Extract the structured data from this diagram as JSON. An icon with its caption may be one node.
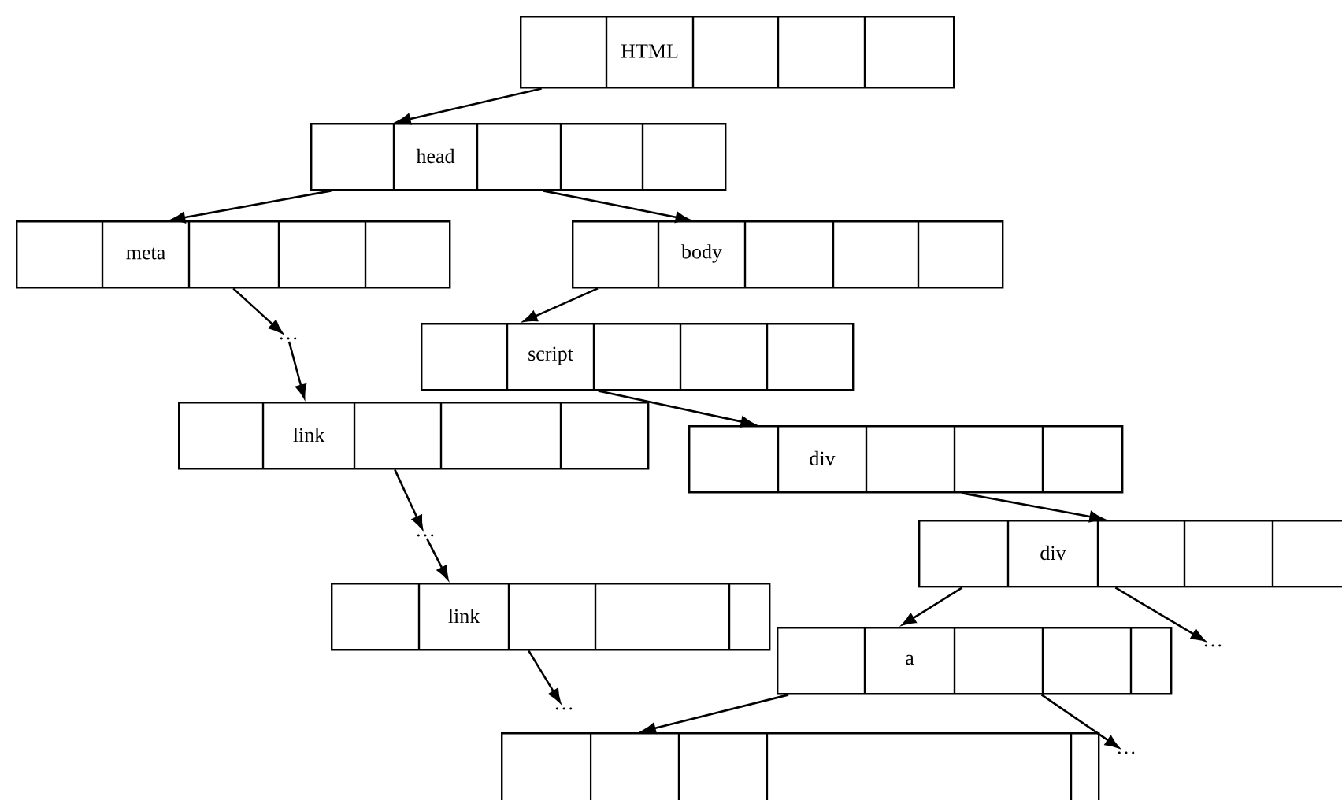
{
  "diagram": {
    "nodes": [
      {
        "text": [
          "HTML"
        ]
      },
      {
        "text": [
          "head"
        ]
      },
      {
        "text": [
          "meta"
        ]
      },
      {
        "text": [
          "body"
        ]
      },
      {
        "text": [
          "script"
        ]
      },
      {
        "text": [
          "…"
        ]
      },
      {
        "text": [
          "link"
        ]
      },
      {
        "text": [
          "div"
        ]
      },
      {
        "text": [
          "…"
        ]
      },
      {
        "text": [
          "link"
        ]
      },
      {
        "text": [
          "div"
        ]
      },
      {
        "text": [
          "a"
        ]
      },
      {
        "text": [
          "…"
        ]
      },
      {
        "text": [
          "…"
        ]
      },
      {
        "text": [],
        "shape": "box"
      },
      {
        "text": [
          "…"
        ]
      }
    ],
    "edges": [
      {
        "from": 0,
        "to": 1,
        "arrow": "to"
      },
      {
        "from": 1,
        "to": 2,
        "arrow": "to"
      },
      {
        "from": 1,
        "to": 3,
        "arrow": "to"
      },
      {
        "from": 2,
        "to": 5,
        "arrow": "to"
      },
      {
        "from": 5,
        "to": 6,
        "arrow": "to"
      },
      {
        "from": 3,
        "to": 4,
        "arrow": "to"
      },
      {
        "from": 4,
        "to": 7,
        "arrow": "to"
      },
      {
        "from": 6,
        "to": 8,
        "arrow": "to"
      },
      {
        "from": 8,
        "to": 9,
        "arrow": "to"
      },
      {
        "from": 7,
        "to": 10,
        "arrow": "to"
      },
      {
        "from": 9,
        "to": 13,
        "arrow": "to"
      },
      {
        "from": 10,
        "to": 11,
        "arrow": "to"
      },
      {
        "from": 10,
        "to": 12,
        "arrow": "to"
      },
      {
        "from": 11,
        "to": 14,
        "arrow": "to"
      },
      {
        "from": 11,
        "to": 15,
        "arrow": "to"
      }
    ]
  }
}
